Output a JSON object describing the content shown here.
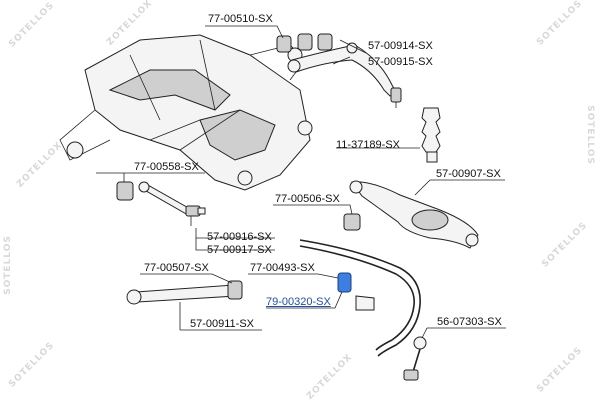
{
  "watermark": {
    "brand_a": "SOTELLOS",
    "brand_b": "ZOTELLOX",
    "side_left": "SOTELLOS",
    "side_right": "SOTELLOS"
  },
  "labels": {
    "l1": "77-00510-SX",
    "l2": "57-00914-SX",
    "l3": "57-00915-SX",
    "l4": "11-37189-SX",
    "l5": "77-00558-SX",
    "l6": "57-00907-SX",
    "l7": "77-00506-SX",
    "l8": "57-00916-SX",
    "l9": "57-00917-SX",
    "l10": "77-00507-SX",
    "l11": "77-00493-SX",
    "l12": "79-00320-SX",
    "l13": "57-00911-SX",
    "l14": "56-07303-SX"
  }
}
